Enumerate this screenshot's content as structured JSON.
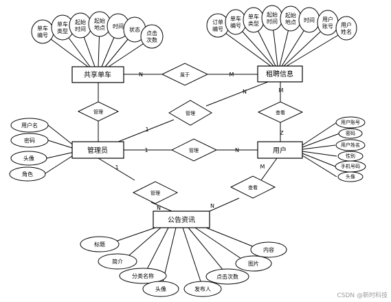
{
  "entities": {
    "bike": "共享单车",
    "rental": "租聘信息",
    "admin": "管理员",
    "user": "用户",
    "notice": "公告资讯"
  },
  "relationships": {
    "belongs": "属于",
    "manage_bike": "管理",
    "manage_rental": "管理",
    "manage_user": "管理",
    "manage_notice": "管理",
    "user_view_rental": "查看",
    "user_view_notice": "查看"
  },
  "cardinalities": {
    "bike_belongs": "N",
    "belongs_rental": "M",
    "rental_top": "N",
    "rental_bottom": "M",
    "user_top": "Z",
    "admin_user_1": "1",
    "admin_user_N": "N",
    "admin_rental": "1",
    "admin_notice_1": "1",
    "admin_notice_N": "N",
    "notice_user_N": "N",
    "user_notice_M": "M"
  },
  "attributes": {
    "bike": [
      [
        "单车",
        "编号"
      ],
      [
        "单车",
        "类型"
      ],
      [
        "起始",
        "时间"
      ],
      [
        "起始",
        "地点"
      ],
      [
        "时间"
      ],
      [
        "状态"
      ],
      [
        "点击",
        "次数"
      ]
    ],
    "rental": [
      [
        "订单",
        "编号"
      ],
      [
        "单车",
        "编号"
      ],
      [
        "单车",
        "类型"
      ],
      [
        "起始",
        "时间"
      ],
      [
        "起始",
        "地点"
      ],
      [
        "时间"
      ],
      [
        "用户",
        "账号"
      ],
      [
        "用户",
        "姓名"
      ]
    ],
    "admin": [
      "用户名",
      "密码",
      "头像",
      "角色"
    ],
    "user": [
      "用户账号",
      "密码",
      "用户姓名",
      "性别",
      "手机号码",
      "头像"
    ],
    "notice": [
      "标题",
      "简介",
      "分类名称",
      "头像",
      "发布人",
      "点击次数",
      "图片",
      "内容"
    ]
  },
  "watermark": "CSDN @新时科技"
}
